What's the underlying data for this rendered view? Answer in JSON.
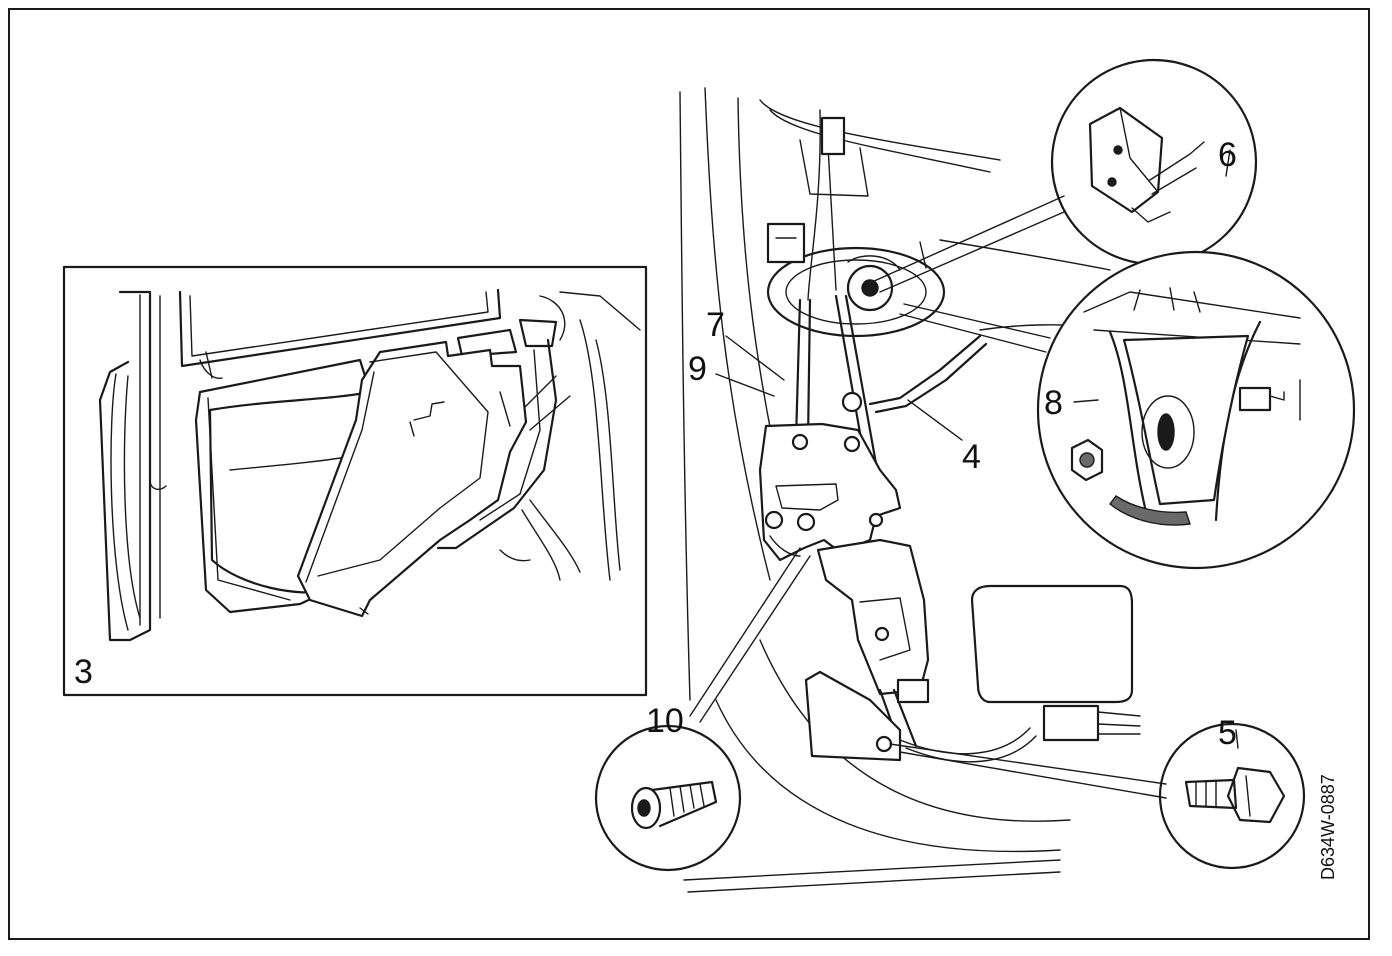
{
  "labels": {
    "panel_3": "3",
    "item_4": "4",
    "item_5": "5",
    "item_6": "6",
    "item_7": "7",
    "item_8": "8",
    "item_9": "9",
    "item_10": "10"
  },
  "drawing_code": "D634W-0887"
}
